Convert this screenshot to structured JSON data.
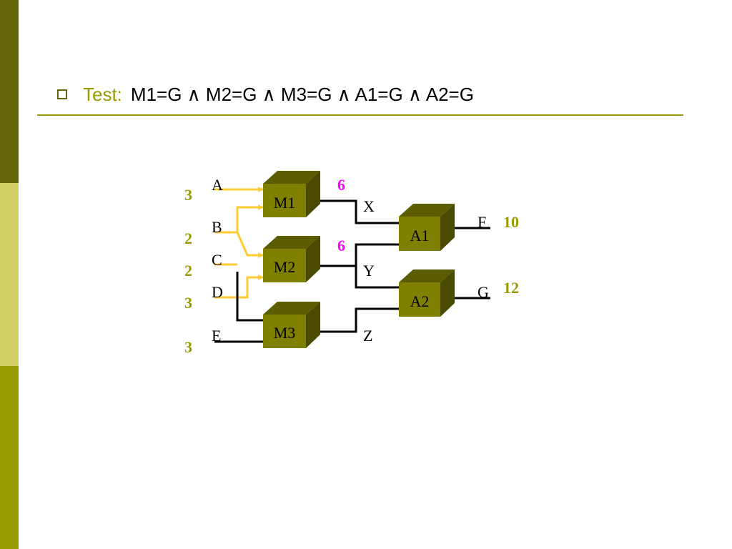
{
  "slide": {
    "test_label": "Test:",
    "formula": "M1=G ∧ M2=G ∧ M3=G ∧ A1=G ∧ A2=G"
  },
  "diagram": {
    "inputs": {
      "A": "A",
      "B": "B",
      "C": "C",
      "D": "D",
      "E": "E"
    },
    "input_values": {
      "A": "3",
      "B": "2",
      "C": "2",
      "D": "3",
      "E": "3"
    },
    "multipliers": {
      "M1": "M1",
      "M2": "M2",
      "M3": "M3"
    },
    "adders": {
      "A1": "A1",
      "A2": "A2"
    },
    "wires": {
      "X": "X",
      "Y": "Y",
      "Z": "Z"
    },
    "wire_values": {
      "X": "6",
      "Y": "6"
    },
    "outputs": {
      "F": "F",
      "G": "G"
    },
    "output_values": {
      "F": "10",
      "G": "12"
    }
  },
  "colors": {
    "accent": "#999900",
    "box_front": "#808000",
    "box_top": "#5c5c00",
    "box_side": "#4a4a00",
    "highlight_wire": "#ffcc33",
    "magenta_value": "#ff00ff"
  }
}
